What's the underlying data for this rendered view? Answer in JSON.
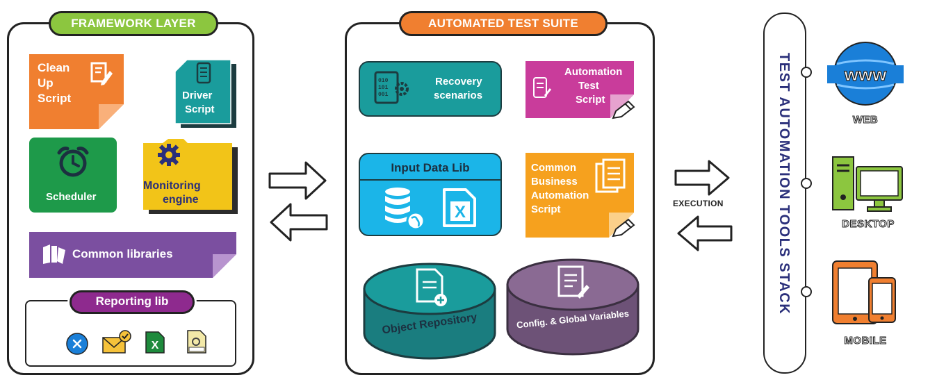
{
  "framework": {
    "title": "FRAMEWORK LAYER",
    "cleanup": {
      "line1": "Clean",
      "line2": "Up",
      "line3": "Script"
    },
    "driver": {
      "line1": "Driver",
      "line2": "Script"
    },
    "scheduler": "Scheduler",
    "monitoring": {
      "line1": "Monitoring",
      "line2": "engine"
    },
    "common_libraries": "Common libraries",
    "reporting": "Reporting lib"
  },
  "suite": {
    "title": "AUTOMATED TEST SUITE",
    "recovery": {
      "line1": "Recovery",
      "line2": "scenarios"
    },
    "automation_script": {
      "line1": "Automation",
      "line2": "Test",
      "line3": "Script"
    },
    "input_data": "Input Data Lib",
    "common_business": {
      "line1": "Common",
      "line2": "Business",
      "line3": "Automation",
      "line4": "Script"
    },
    "object_repository": "Object Repository",
    "config": "Config. & Global Variables"
  },
  "execution_label": "EXECUTION",
  "stack": {
    "title": "TEST AUTOMATION TOOLS STACK",
    "web": "WEB",
    "www": "www",
    "desktop": "DESKTOP",
    "mobile": "MOBILE"
  },
  "colors": {
    "green": "#8cc63f",
    "orange": "#f07f30",
    "teal": "#1a9c9c",
    "magenta": "#c93c9b",
    "blue": "#1bb5e8",
    "amber": "#f6a11e",
    "yellow": "#f2c418",
    "forest": "#1e9a4a",
    "purple": "#7b4fa0",
    "navy": "#2a2f7a",
    "mauve": "#8a6a93"
  }
}
